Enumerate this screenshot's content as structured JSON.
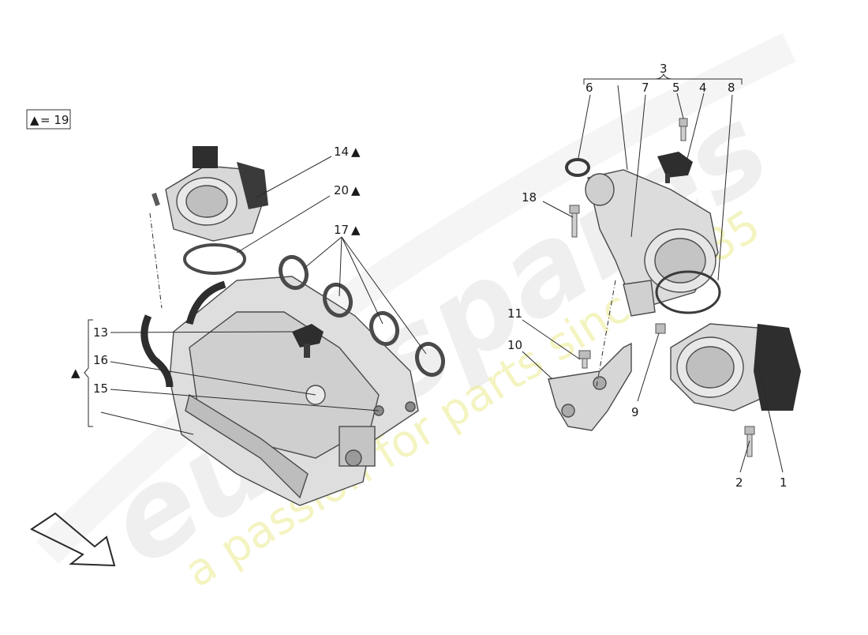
{
  "legend": {
    "symbol": "▲",
    "text": "= 19"
  },
  "watermark": {
    "logo": "eurospares",
    "tagline": "a passion for parts since 1985"
  },
  "callouts": {
    "c1": "1",
    "c2": "2",
    "c3": "3",
    "c4": "4",
    "c5": "5",
    "c6": "6",
    "c7": "7",
    "c8": "8",
    "c9": "9",
    "c10": "10",
    "c11": "11",
    "c13": "13",
    "c14": "14",
    "c15": "15",
    "c16": "16",
    "c17": "17",
    "c18": "18",
    "c20": "20"
  },
  "triangle": "▲",
  "colors": {
    "part_fill": "#dcdcdc",
    "part_dark": "#3a3a3a",
    "watermark_yellow": "#eded9a",
    "watermark_grey": "#dcdcdc"
  }
}
